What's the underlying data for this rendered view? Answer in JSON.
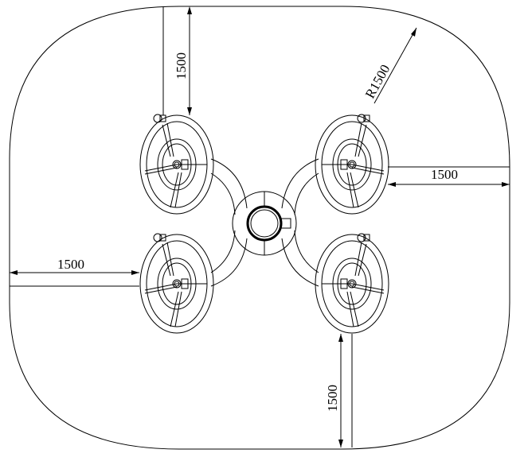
{
  "drawing": {
    "dimensions": {
      "top_clearance": "1500",
      "corner_radius": "R1500",
      "right_clearance": "1500",
      "left_clearance": "1500",
      "bottom_clearance": "1500"
    },
    "line_color": "#000000",
    "background": "#ffffff"
  }
}
